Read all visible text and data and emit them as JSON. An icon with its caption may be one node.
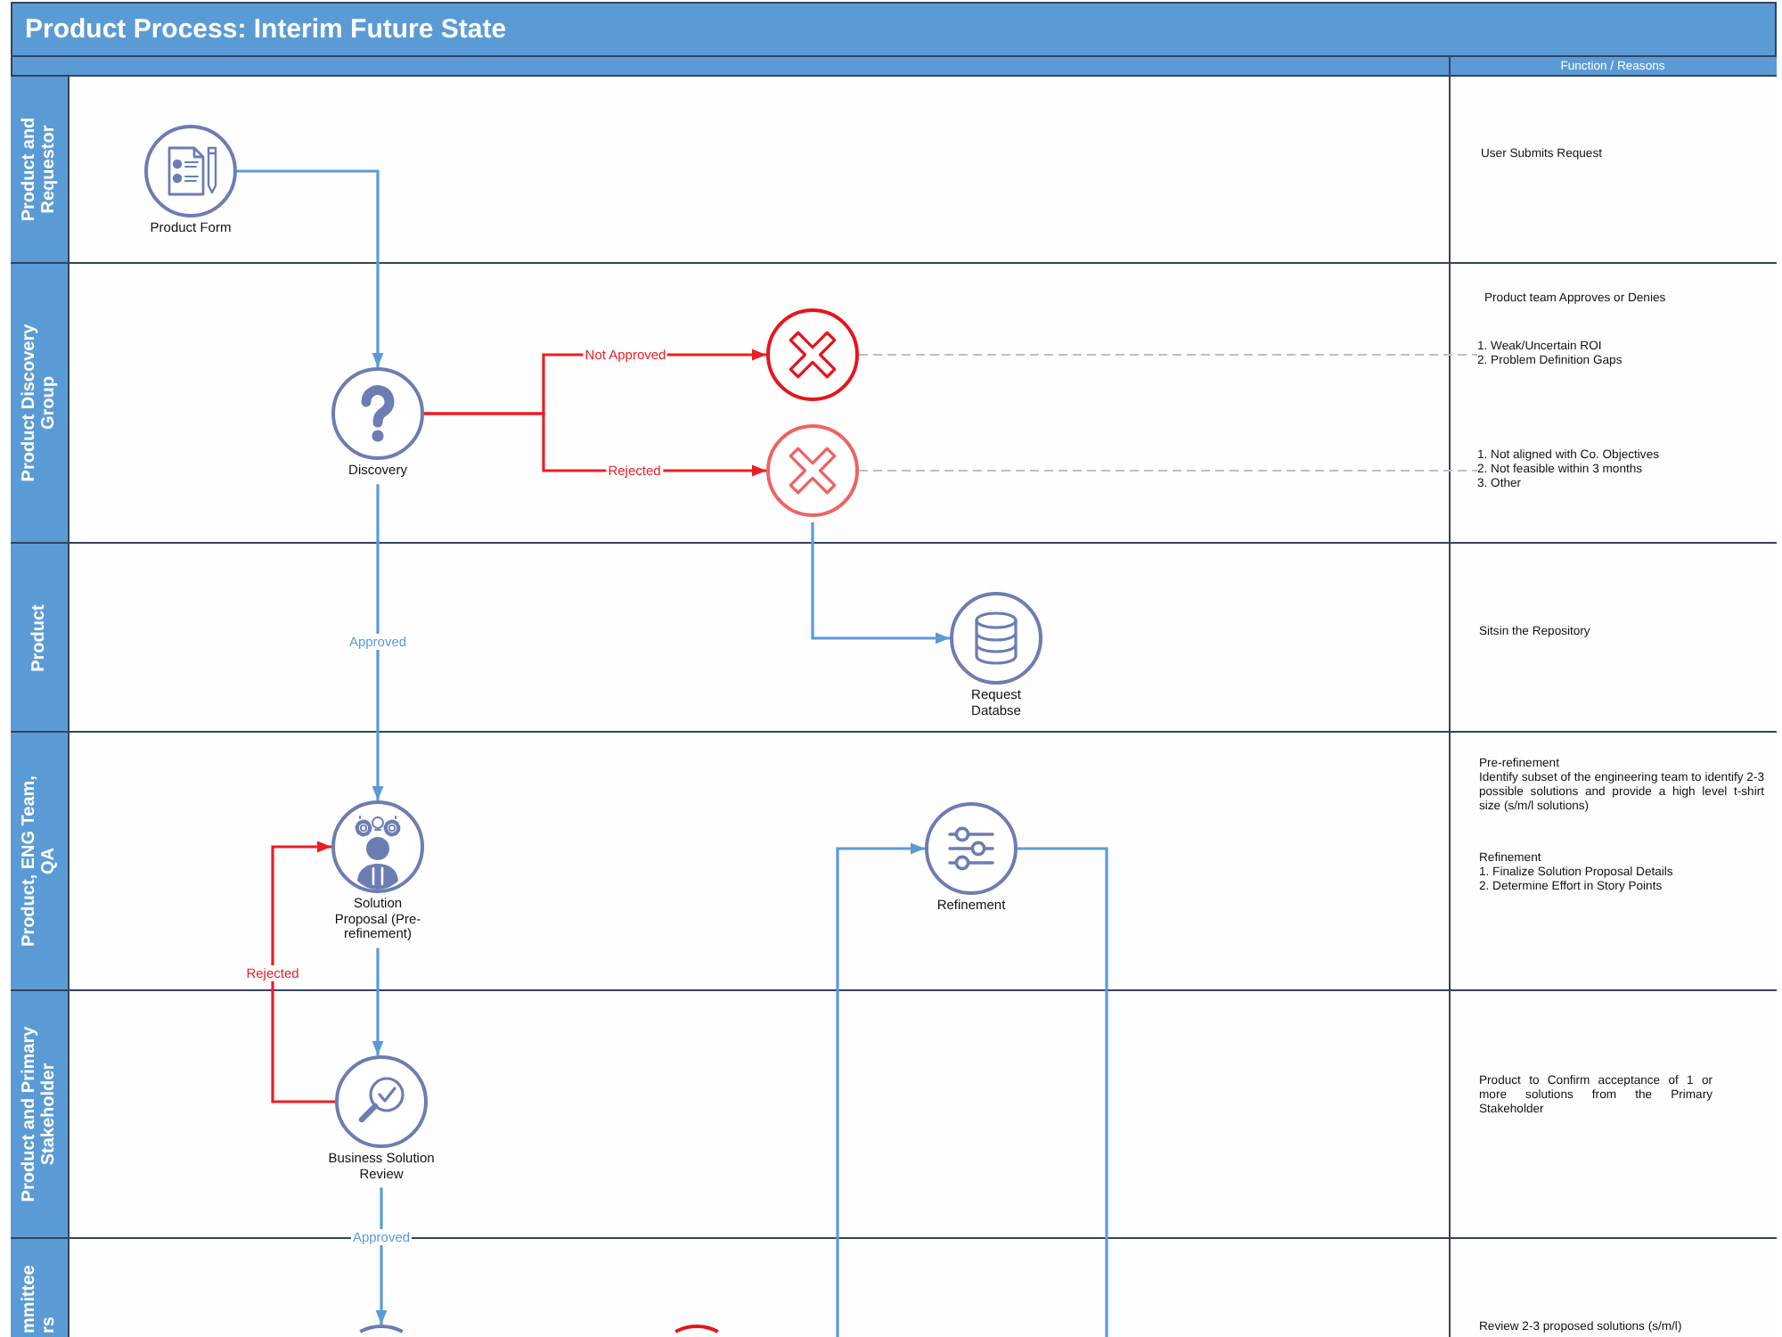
{
  "diagram": {
    "title": "Product Process: Interim Future State",
    "nodes": [
      {
        "text": [
          "Product and Requestor"
        ]
      },
      {
        "text": [
          "Product Form"
        ],
        "in": 0
      },
      {
        "text": [
          "Product Discovery Group"
        ]
      },
      {
        "text": [
          "Discovery"
        ],
        "in": 2
      },
      {
        "text": [],
        "shape": "circle",
        "in": 2
      },
      {
        "text": [],
        "shape": "circle",
        "in": 2
      },
      {
        "text": [
          "1. Weak/Uncertain ROI",
          "2. Problem Definition Gaps"
        ],
        "in": 2
      },
      {
        "text": [
          "1. Not aligned with Co. Objectives",
          "2. Not feasible within 3 months",
          "3. Other"
        ],
        "in": 2
      },
      {
        "text": [
          "Product"
        ]
      },
      {
        "text": [
          "Request Databse"
        ],
        "in": 8
      },
      {
        "text": [
          "Product, ENG Team, QA"
        ]
      },
      {
        "text": [
          "Solution Proposal (Pre-refinement)"
        ],
        "in": 10
      },
      {
        "text": [
          "Refinement"
        ],
        "in": 10
      },
      {
        "text": [
          "Product and Primary Stakeholder"
        ]
      },
      {
        "text": [
          "Business Solution Review"
        ],
        "in": 13
      },
      {
        "text": [
          "mmittee rs"
        ]
      },
      {
        "text": [],
        "shape": "circle",
        "in": 15
      },
      {
        "text": [],
        "shape": "circle",
        "in": 15
      }
    ],
    "edges": [
      {
        "from": 1,
        "to": 3,
        "arrow": "to"
      },
      {
        "from": 3,
        "to": 4,
        "arrow": "to",
        "label": "Not Approved",
        "color": "#ed1c24"
      },
      {
        "from": 3,
        "to": 5,
        "arrow": "to",
        "label": "Rejected",
        "color": "#ed1c24"
      },
      {
        "from": 4,
        "to": 6,
        "arrow": "none",
        "style": "dashed",
        "color": "#bfbfbf"
      },
      {
        "from": 5,
        "to": 7,
        "arrow": "none",
        "style": "dashed",
        "color": "#bfbfbf"
      },
      {
        "from": 3,
        "to": 11,
        "arrow": "to",
        "label": "Approved"
      },
      {
        "from": 5,
        "to": 9,
        "arrow": "to"
      },
      {
        "from": 11,
        "to": 14,
        "arrow": "to"
      },
      {
        "from": 14,
        "to": 11,
        "arrow": "to",
        "label": "Rejected",
        "color": "#ed1c24"
      },
      {
        "from": 14,
        "to": 16,
        "arrow": "to",
        "label": "Approved"
      },
      {
        "from": 15,
        "to": 12,
        "arrow": "to"
      },
      {
        "from": 12,
        "to": 15,
        "arrow": "none"
      }
    ],
    "labels": [
      "Function / Reasons",
      "User Submits Request",
      "Product team Approves or Denies",
      "Sitsin the Repository",
      "Pre-refinement",
      "Identify subset of the engineering team to identify 2-3 possible solutions and provide a high level t-shirt size (s/m/l solutions)",
      "Refinement",
      "1. Finalize Solution Proposal Details",
      "2. Determine Effort in Story Points",
      "Product to Confirm acceptance of 1 or more solutions from the Primary Stakeholder",
      "Review 2-3 proposed solutions (s/m/l)"
    ]
  }
}
